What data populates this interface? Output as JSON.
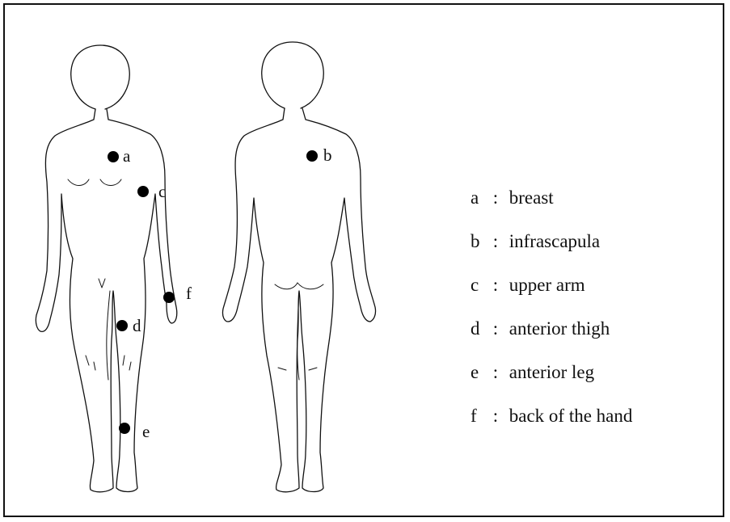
{
  "points": [
    {
      "id": "a",
      "label": "a"
    },
    {
      "id": "b",
      "label": "b"
    },
    {
      "id": "c",
      "label": "c"
    },
    {
      "id": "d",
      "label": "d"
    },
    {
      "id": "e",
      "label": "e"
    },
    {
      "id": "f",
      "label": "f"
    }
  ],
  "legend": [
    {
      "key": "a",
      "separator": ":",
      "text": "breast"
    },
    {
      "key": "b",
      "separator": ":",
      "text": "infrascapula"
    },
    {
      "key": "c",
      "separator": ":",
      "text": "upper arm"
    },
    {
      "key": "d",
      "separator": ":",
      "text": "anterior thigh"
    },
    {
      "key": "e",
      "separator": ":",
      "text": "anterior leg"
    },
    {
      "key": "f",
      "separator": ":",
      "text": "back of the hand"
    }
  ],
  "colors": {
    "line": "#111111",
    "dot": "#000000",
    "background": "#ffffff"
  }
}
